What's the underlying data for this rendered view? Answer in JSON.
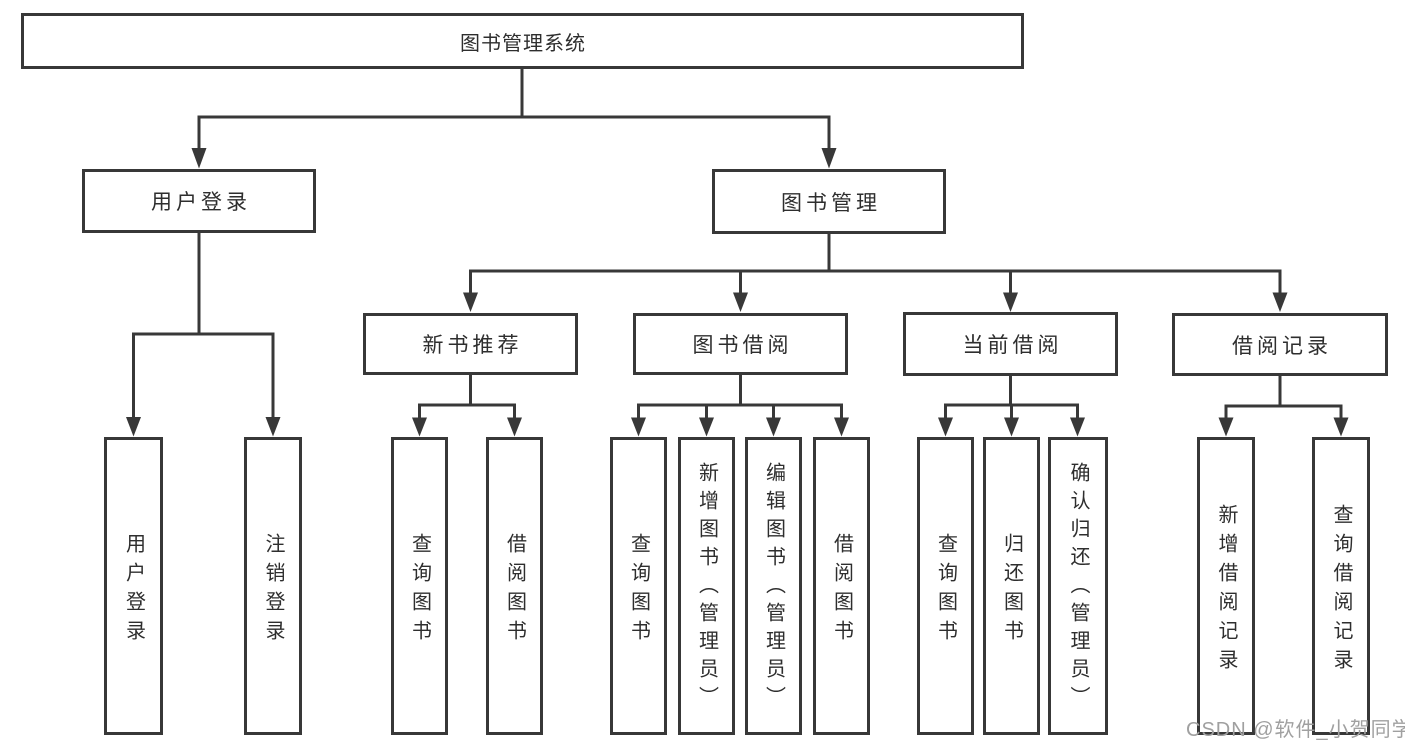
{
  "nodes": {
    "root": "图书管理系统",
    "l2": [
      "用户登录",
      "图书管理"
    ],
    "l3": [
      "新书推荐",
      "图书借阅",
      "当前借阅",
      "借阅记录"
    ],
    "l4": [
      "用户登录",
      "注销登录",
      "查询图书",
      "借阅图书",
      "查询图书",
      "新增图书（管理员）",
      "编辑图书（管理员）",
      "借阅图书",
      "查询图书",
      "归还图书",
      "确认归还（管理员）",
      "新增借阅记录",
      "查询借阅记录"
    ]
  },
  "watermark": "CSDN @软件_小贺同学",
  "colors": {
    "line": "#383838",
    "text": "#2e2e2e",
    "watermark_text": "#a0a0a0",
    "background": "#ffffff"
  }
}
